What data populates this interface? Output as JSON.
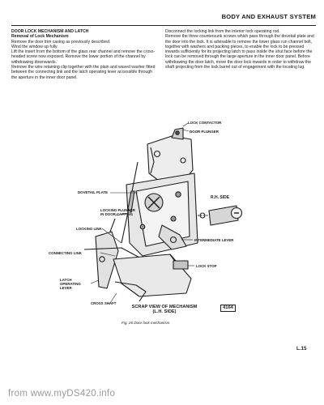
{
  "header": {
    "section_title": "BODY AND EXHAUST SYSTEM"
  },
  "left_column": {
    "heading": "DOOR LOCK MECHANISM AND LATCH",
    "subheading": "Removal of Lock Mechanism",
    "paragraphs": [
      "Remove the door trim casing as previously described.",
      "Wind the window up fully.",
      "Lift the insert from the bottom of the glass rear channel and remove the cross-headed screw now exposed. Remove the lower portion of the channel by withdrawing downwards.",
      "Remove the wire retaining clip together with the plain and waved washer fitted between the connecting link and the latch operating lever accessible through the aperture in the inner door panel."
    ]
  },
  "right_column": {
    "paragraphs": [
      "Disconnect the locking link from the interior lock operating rod.",
      "Remove the three countersunk screws which pass through the dovetail plate and the door into the lock. It is advisable to remove the lower glass run channel bolt, together with washers and packing pieces, to enable the lock to be pressed inwards sufficiently for its projecting latch to pass inside the shut face before the lock can be removed through the large aperture in the inner door panel. Before withdrawing the door latch, move the door lock inwards in order to withdraw the shaft projecting from the lock barrel out of engagement with the locating lug."
    ]
  },
  "diagram": {
    "labels": {
      "lock_contactor": "LOCK CONTACTOR",
      "door_plunger": "DOOR PLUNGER",
      "dovetail_plate": "DOVETAIL PLATE",
      "rh_side": "R.H. SIDE",
      "locking_plunger": "LOCKING PLUNGER IN DOOR CAPPING",
      "locking_link": "LOCKING LINK",
      "intermediate_lever": "INTERMEDIATE LEVER",
      "connecting_link": "CONNECTING LINK",
      "lock_stop": "LOCK STOP",
      "latch_operating_lever": "LATCH OPERATING LEVER",
      "cross_shaft": "CROSS SHAFT"
    },
    "title_line1": "SCRAP VIEW OF MECHANISM",
    "title_line2": "(L.H. SIDE)",
    "figure_code": "4164"
  },
  "figure_caption": "Fig. 26  Door lock mechanism",
  "page_number": "L.15",
  "watermark": "from www.myDS420.info"
}
